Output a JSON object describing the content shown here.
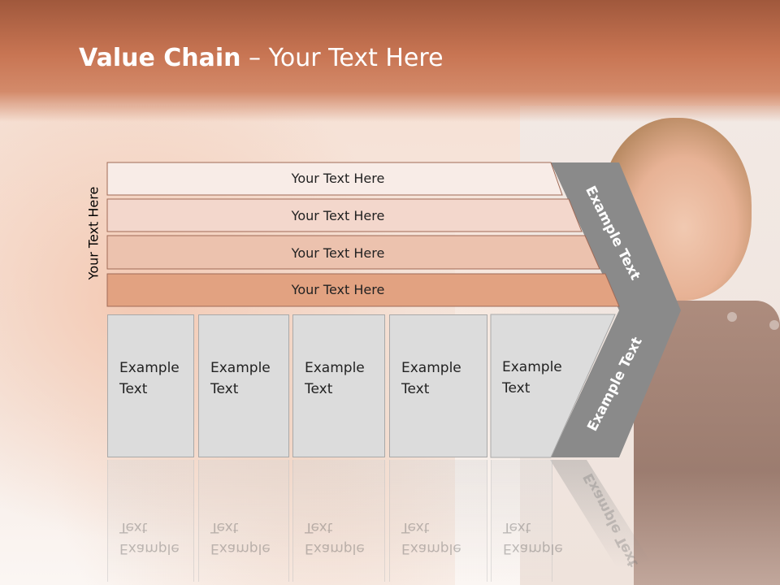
{
  "title": {
    "bold": "Value Chain",
    "rest": " – Your Text Here"
  },
  "side_label": "Your Text Here",
  "bands": [
    {
      "label": "Your Text Here",
      "color": "#f8ece7"
    },
    {
      "label": "Your Text Here",
      "color": "#f3d7cc"
    },
    {
      "label": "Your Text Here",
      "color": "#ecc2ae"
    },
    {
      "label": "Your Text Here",
      "color": "#e2a281"
    }
  ],
  "columns": [
    {
      "label": "Example\nText"
    },
    {
      "label": "Example\nText"
    },
    {
      "label": "Example\nText"
    },
    {
      "label": "Example\nText"
    },
    {
      "label": "Example\nText"
    }
  ],
  "chevron": {
    "upper_label": "Example Text",
    "lower_label": "Example Text",
    "color": "#8a8a8a"
  }
}
